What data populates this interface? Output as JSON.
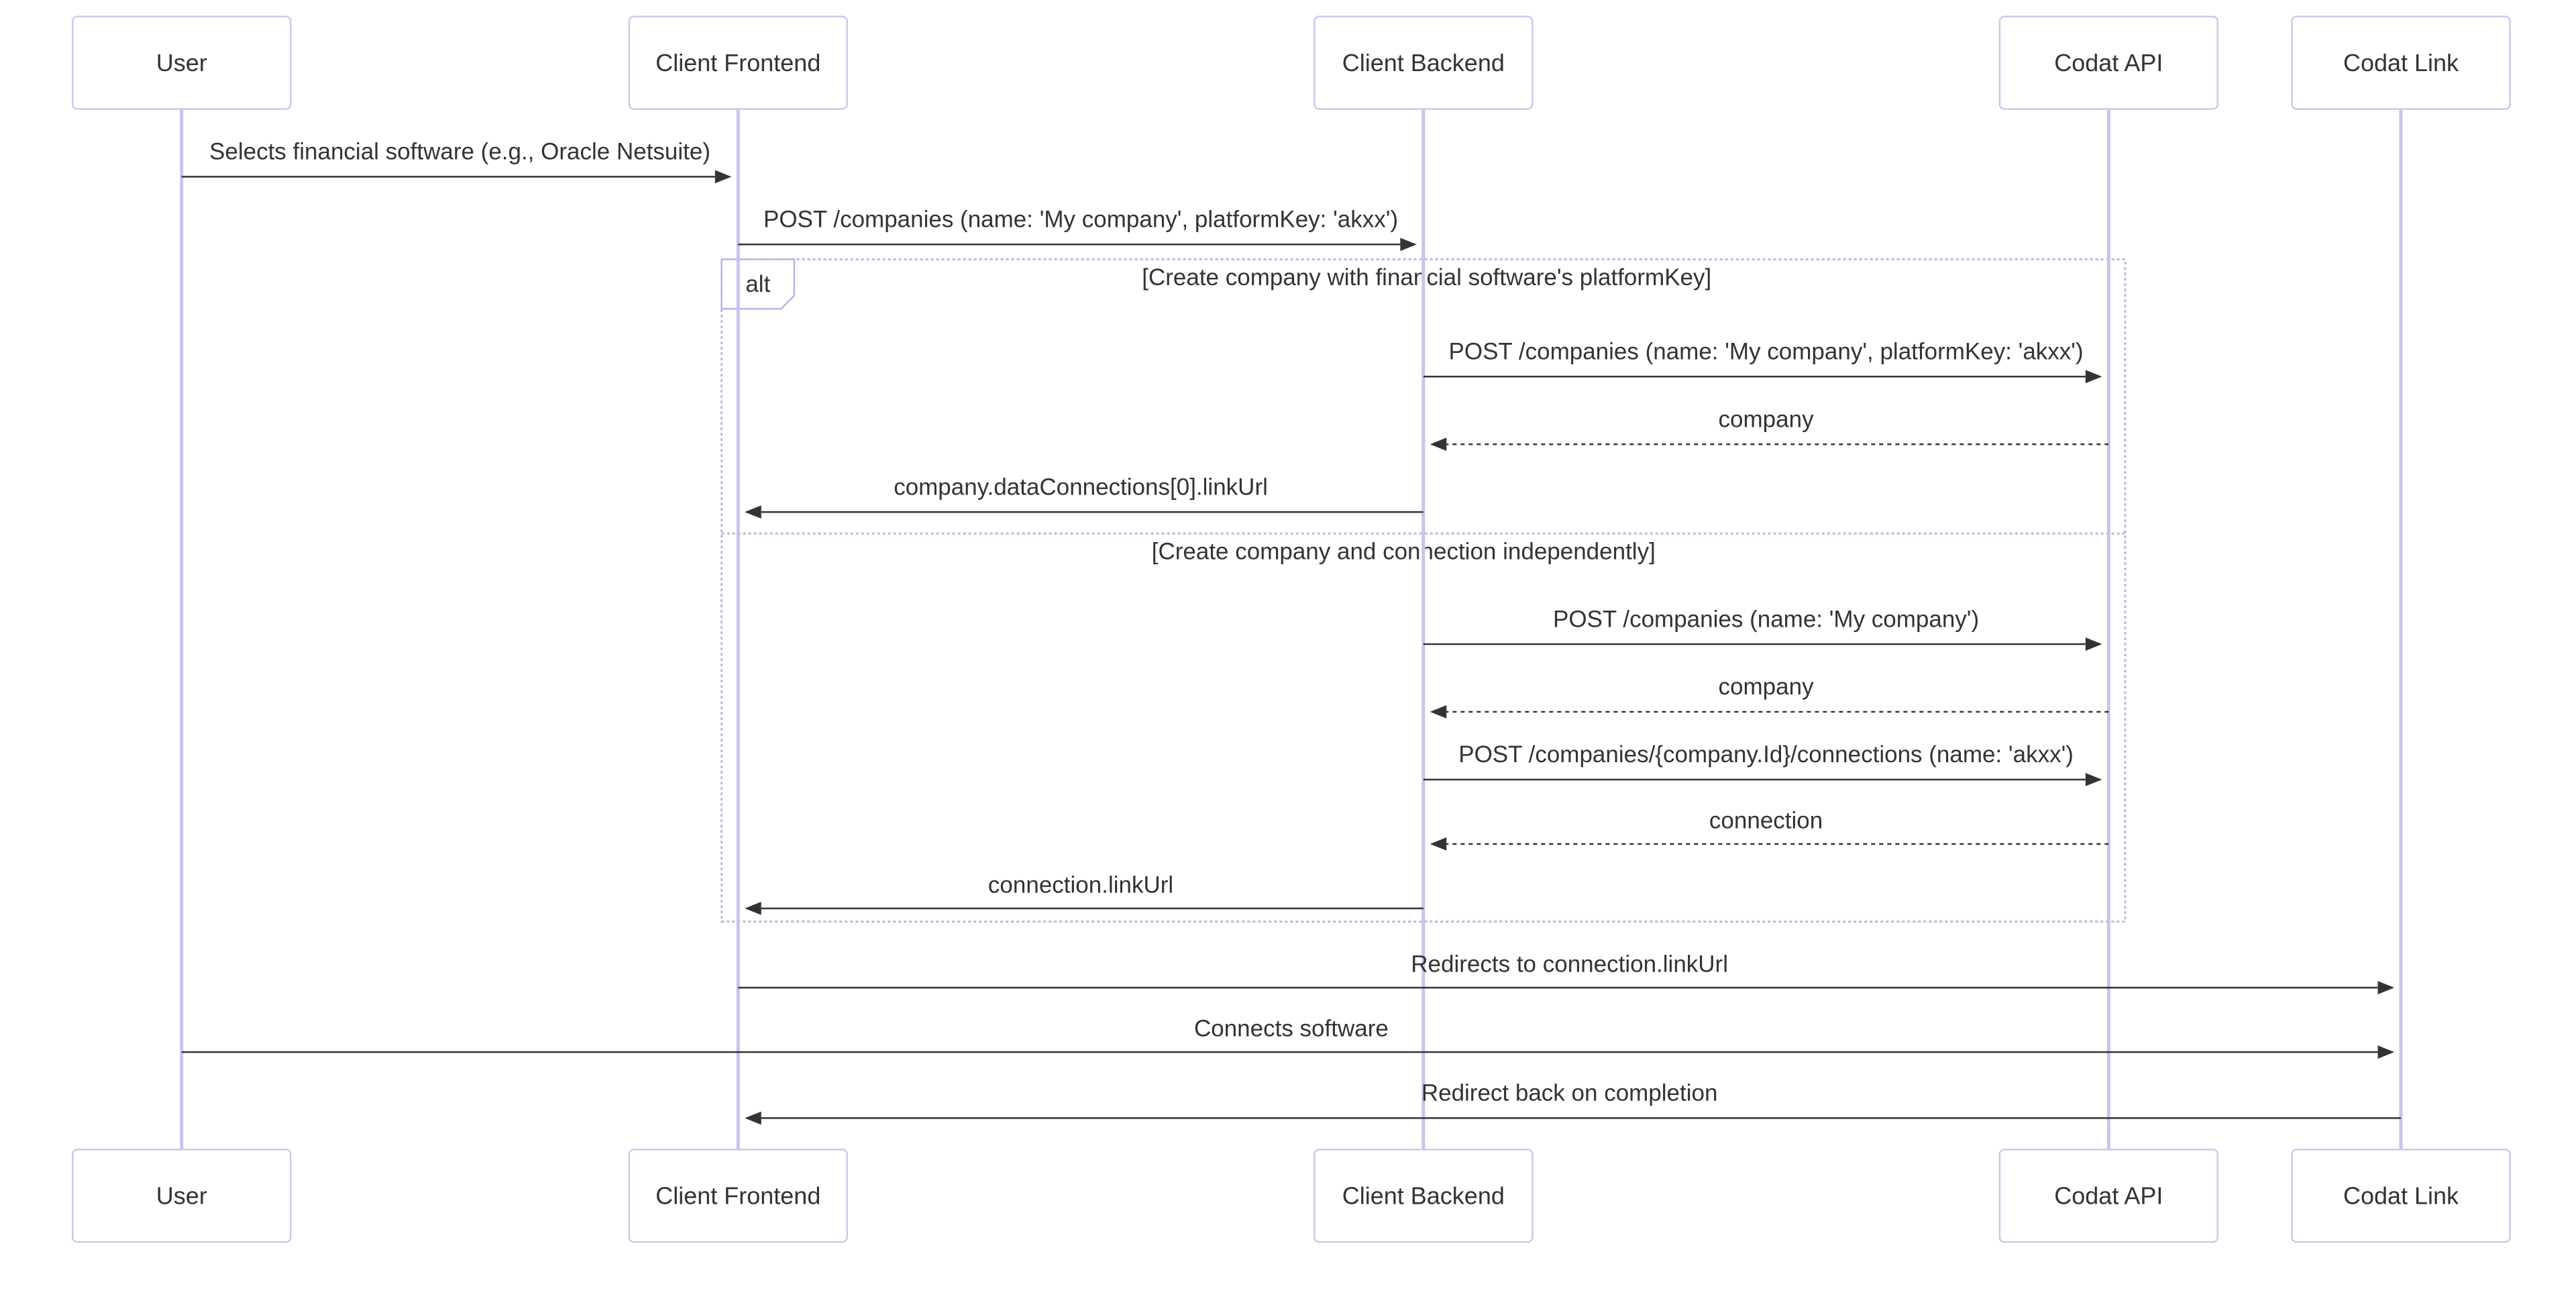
{
  "actors": [
    {
      "id": "user",
      "label": "User"
    },
    {
      "id": "frontend",
      "label": "Client Frontend"
    },
    {
      "id": "backend",
      "label": "Client Backend"
    },
    {
      "id": "api",
      "label": "Codat API"
    },
    {
      "id": "link",
      "label": "Codat Link"
    }
  ],
  "alt_block": {
    "label": "alt",
    "conditions": [
      "[Create company with financial software's platformKey]",
      "[Create company and connection independently]"
    ]
  },
  "messages": [
    {
      "from": "user",
      "to": "frontend",
      "text": "Selects financial software (e.g., Oracle Netsuite)",
      "dashed": false
    },
    {
      "from": "frontend",
      "to": "backend",
      "text": "POST /companies (name: 'My company', platformKey: 'akxx')",
      "dashed": false
    },
    {
      "from": "backend",
      "to": "api",
      "text": "POST /companies (name: 'My company', platformKey: 'akxx')",
      "dashed": false
    },
    {
      "from": "api",
      "to": "backend",
      "text": "company",
      "dashed": true
    },
    {
      "from": "backend",
      "to": "frontend",
      "text": "company.dataConnections[0].linkUrl",
      "dashed": false
    },
    {
      "from": "backend",
      "to": "api",
      "text": "POST /companies (name: 'My company')",
      "dashed": false
    },
    {
      "from": "api",
      "to": "backend",
      "text": "company",
      "dashed": true
    },
    {
      "from": "backend",
      "to": "api",
      "text": "POST /companies/{company.Id}/connections (name: 'akxx')",
      "dashed": false
    },
    {
      "from": "api",
      "to": "backend",
      "text": "connection",
      "dashed": true
    },
    {
      "from": "backend",
      "to": "frontend",
      "text": "connection.linkUrl",
      "dashed": false
    },
    {
      "from": "frontend",
      "to": "link",
      "text": "Redirects to connection.linkUrl",
      "dashed": false
    },
    {
      "from": "user",
      "to": "link",
      "text": "Connects software",
      "dashed": false
    },
    {
      "from": "link",
      "to": "frontend",
      "text": "Redirect back on completion",
      "dashed": false
    }
  ]
}
